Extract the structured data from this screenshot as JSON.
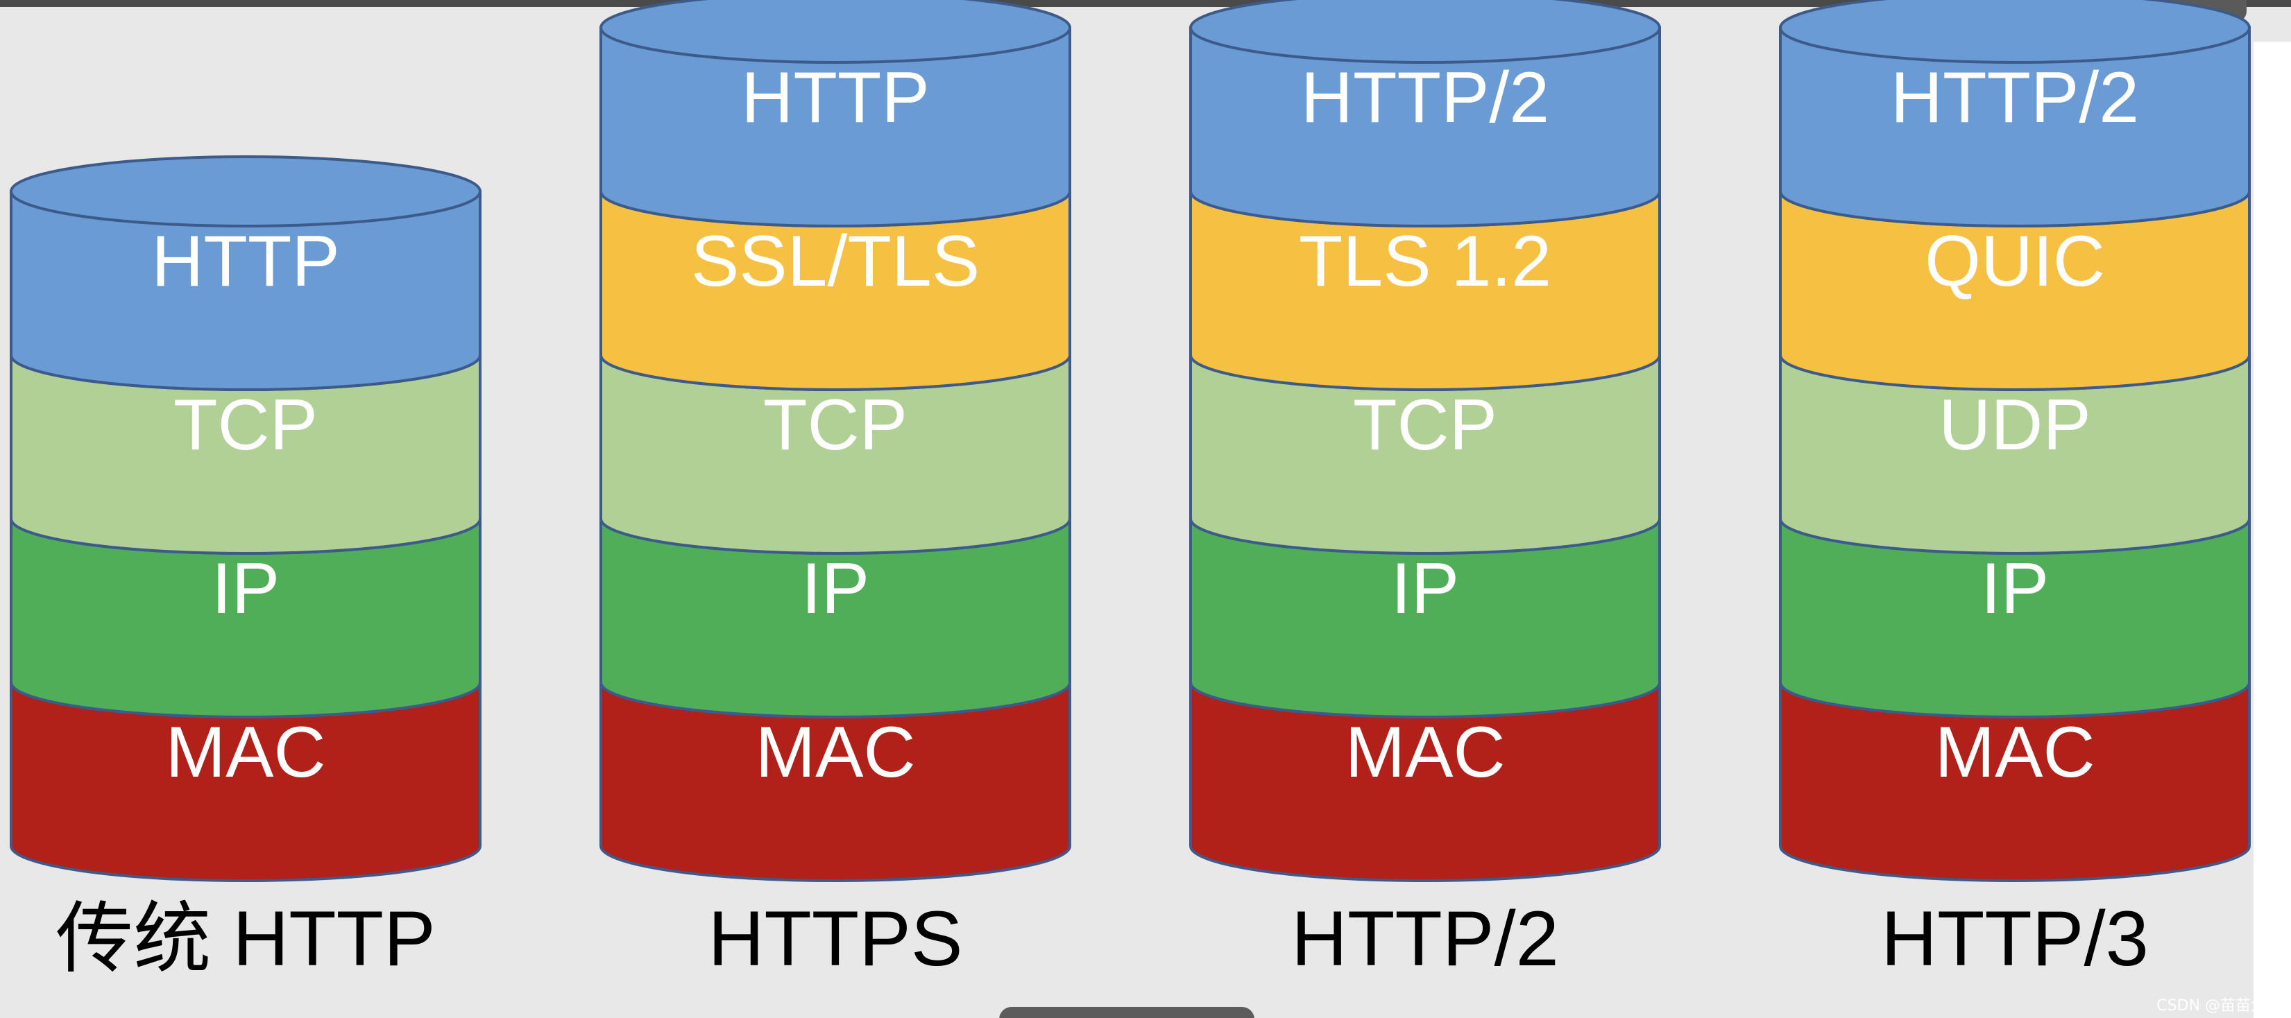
{
  "header": {
    "caption": ""
  },
  "colors": {
    "blue": "#6a9bd5",
    "yellow": "#f6c142",
    "lightgreen": "#b1d095",
    "green": "#4fae57",
    "red": "#b12119",
    "outline": "#3c5a8a"
  },
  "stacks": [
    {
      "title": "传统 HTTP",
      "layers": [
        {
          "label": "HTTP",
          "color": "blue"
        },
        {
          "label": "TCP",
          "color": "lightgreen"
        },
        {
          "label": "IP",
          "color": "green"
        },
        {
          "label": "MAC",
          "color": "red"
        }
      ]
    },
    {
      "title": "HTTPS",
      "layers": [
        {
          "label": "HTTP",
          "color": "blue"
        },
        {
          "label": "SSL/TLS",
          "color": "yellow"
        },
        {
          "label": "TCP",
          "color": "lightgreen"
        },
        {
          "label": "IP",
          "color": "green"
        },
        {
          "label": "MAC",
          "color": "red"
        }
      ]
    },
    {
      "title": "HTTP/2",
      "layers": [
        {
          "label": "HTTP/2",
          "color": "blue"
        },
        {
          "label": "TLS 1.2",
          "color": "yellow"
        },
        {
          "label": "TCP",
          "color": "lightgreen"
        },
        {
          "label": "IP",
          "color": "green"
        },
        {
          "label": "MAC",
          "color": "red"
        }
      ]
    },
    {
      "title": "HTTP/3",
      "layers": [
        {
          "label": "HTTP/2",
          "color": "blue"
        },
        {
          "label": "QUIC",
          "color": "yellow"
        },
        {
          "label": "UDP",
          "color": "lightgreen"
        },
        {
          "label": "IP",
          "color": "green"
        },
        {
          "label": "MAC",
          "color": "red"
        }
      ]
    }
  ],
  "watermark": "CSDN @苗苗大佬"
}
